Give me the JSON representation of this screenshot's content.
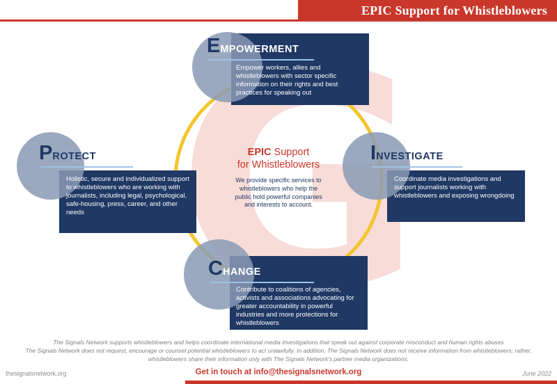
{
  "header": {
    "title": "EPIC Support for Whistleblowers"
  },
  "watermark": {
    "glyph": "G"
  },
  "center": {
    "title_bold": "EPIC",
    "title_line1_rest": " Support",
    "title_line2": "for Whistleblowers",
    "description": "We provide specific services to whistleblowers who help the public hold powerful companies and interests to account."
  },
  "cards": {
    "empowerment": {
      "initial": "E",
      "rest": "MPOWERMENT",
      "body": "Empower workers, allies and whistleblowers with sector specific information on their rights and best practices for speaking out"
    },
    "protect": {
      "initial": "P",
      "rest": "ROTECT",
      "body": "Holistic, secure and individualized support to whistleblowers who are working with journalists, including legal, psychological, safe-housing, press, career, and other needs"
    },
    "investigate": {
      "initial": "I",
      "rest": "NVESTIGATE",
      "body": "Coordinate media investigations and support journalists working with whistleblowers and exposing wrongdoing"
    },
    "change": {
      "initial": "C",
      "rest": "HANGE",
      "body": "Contribute to coalitions of agencies, activists and associations advocating for greater accountability in powerful industries and more protections for whistleblowers"
    }
  },
  "disclaimer": {
    "line1": "The Signals Network supports whistleblowers and helps coordinate international media investigations that speak out against corporate misconduct and human rights abuses",
    "line2": "The Signals Network does not request, encourage or counsel potential whistleblowers to act unlawfully. In addition, The Signals Network does not receive information from whistleblowers; rather, whistleblowers share their information only with The Signals Network's partner media organizations."
  },
  "footer": {
    "website": "thesignalsnetwork.org",
    "contact": "Get in touch at info@thesignalsnetwork.org",
    "date": "June 2022"
  },
  "colors": {
    "red": "#C9372B",
    "navy": "#1F3864",
    "yellow": "#F3C52F",
    "pink": "#F8DCD8",
    "circle_grey_blue": "#8A9AB5",
    "underline_blue": "#9DC3E6"
  }
}
